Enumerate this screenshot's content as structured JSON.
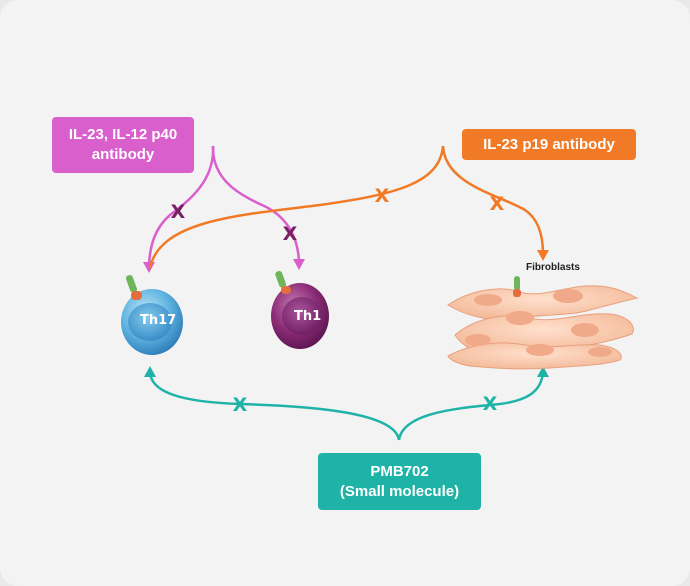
{
  "labels": {
    "p40_line1": "IL-23, IL-12 p40",
    "p40_line2": "antibody",
    "p19": "IL-23 p19 antibody",
    "pmb_line1": "PMB702",
    "pmb_line2": "(Small molecule)"
  },
  "cells": {
    "th17": "Th17",
    "th1": "Th1",
    "fibroblasts": "Fibroblasts"
  },
  "block_mark": "X",
  "colors": {
    "p40": "#d95fcc",
    "p19": "#f07a26",
    "pmb": "#1fb3a8",
    "block_p40": "#7a1f63"
  }
}
